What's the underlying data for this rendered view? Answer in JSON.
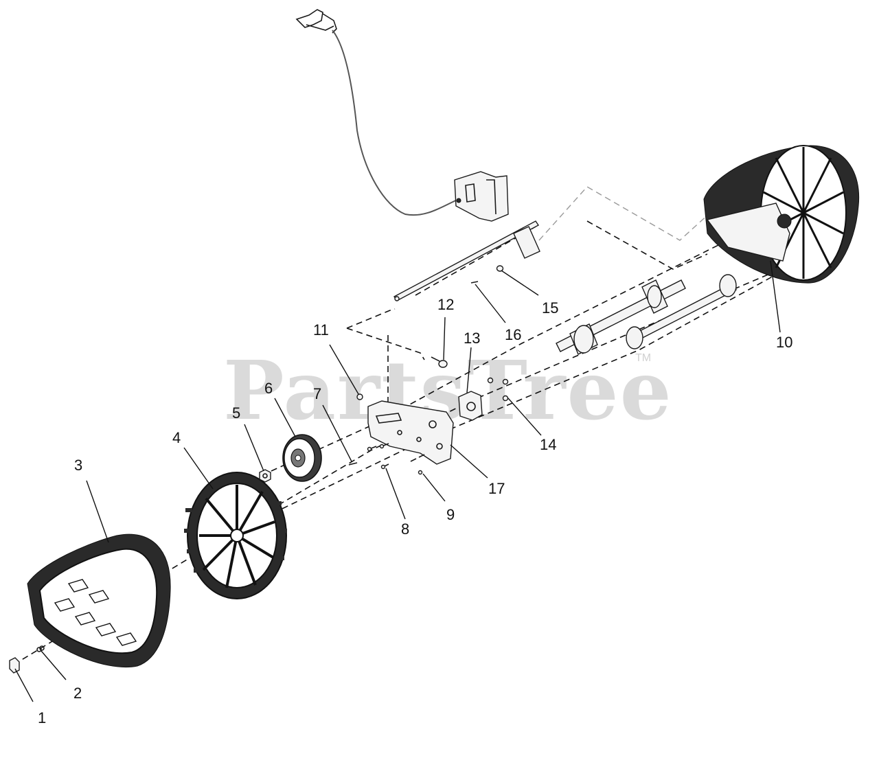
{
  "watermark": {
    "text": "PartsTree",
    "trademark": "TM"
  },
  "callouts": [
    "1",
    "2",
    "3",
    "4",
    "5",
    "6",
    "7",
    "8",
    "9",
    "10",
    "11",
    "12",
    "13",
    "14",
    "15",
    "16",
    "17"
  ],
  "colors": {
    "ink": "#111111",
    "watermark": "#bdbdbd",
    "guide_gray": "#9a9a9a"
  }
}
